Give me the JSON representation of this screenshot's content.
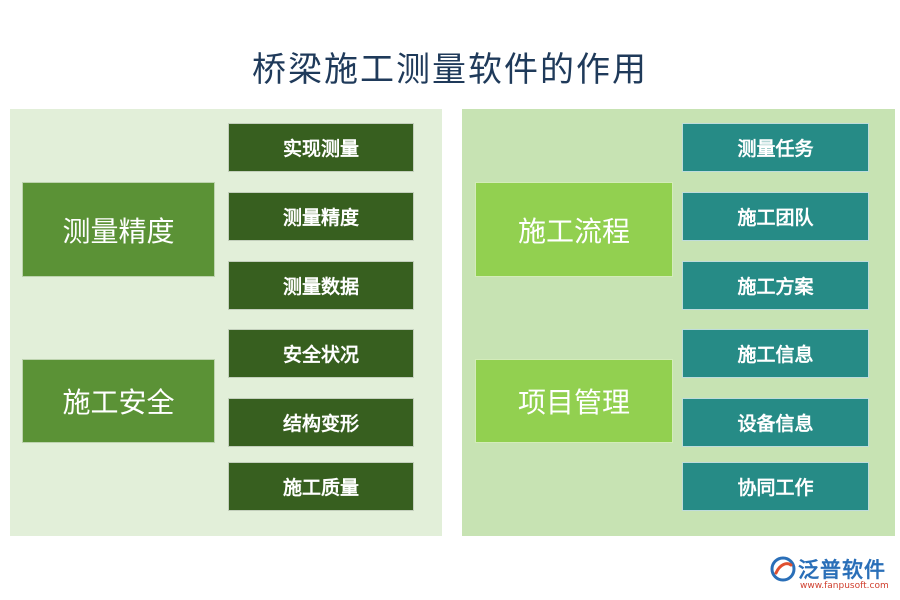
{
  "title": "桥梁施工测量软件的作用",
  "left": {
    "categories": [
      "测量精度",
      "施工安全"
    ],
    "items": [
      "实现测量",
      "测量精度",
      "测量数据",
      "安全状况",
      "结构变形",
      "施工质量"
    ]
  },
  "right": {
    "categories": [
      "施工流程",
      "项目管理"
    ],
    "items": [
      "测量任务",
      "施工团队",
      "施工方案",
      "施工信息",
      "设备信息",
      "协同工作"
    ]
  },
  "logo": {
    "name": "泛普软件",
    "url": "www.fanpusoft.com"
  },
  "colors": {
    "left_panel_bg": "#e2efd9",
    "right_panel_bg": "#c7e3b3",
    "left_category": "#5b9236",
    "right_category": "#92d050",
    "left_item": "#375f1f",
    "right_item": "#268b86",
    "title": "#1f3a5a"
  }
}
